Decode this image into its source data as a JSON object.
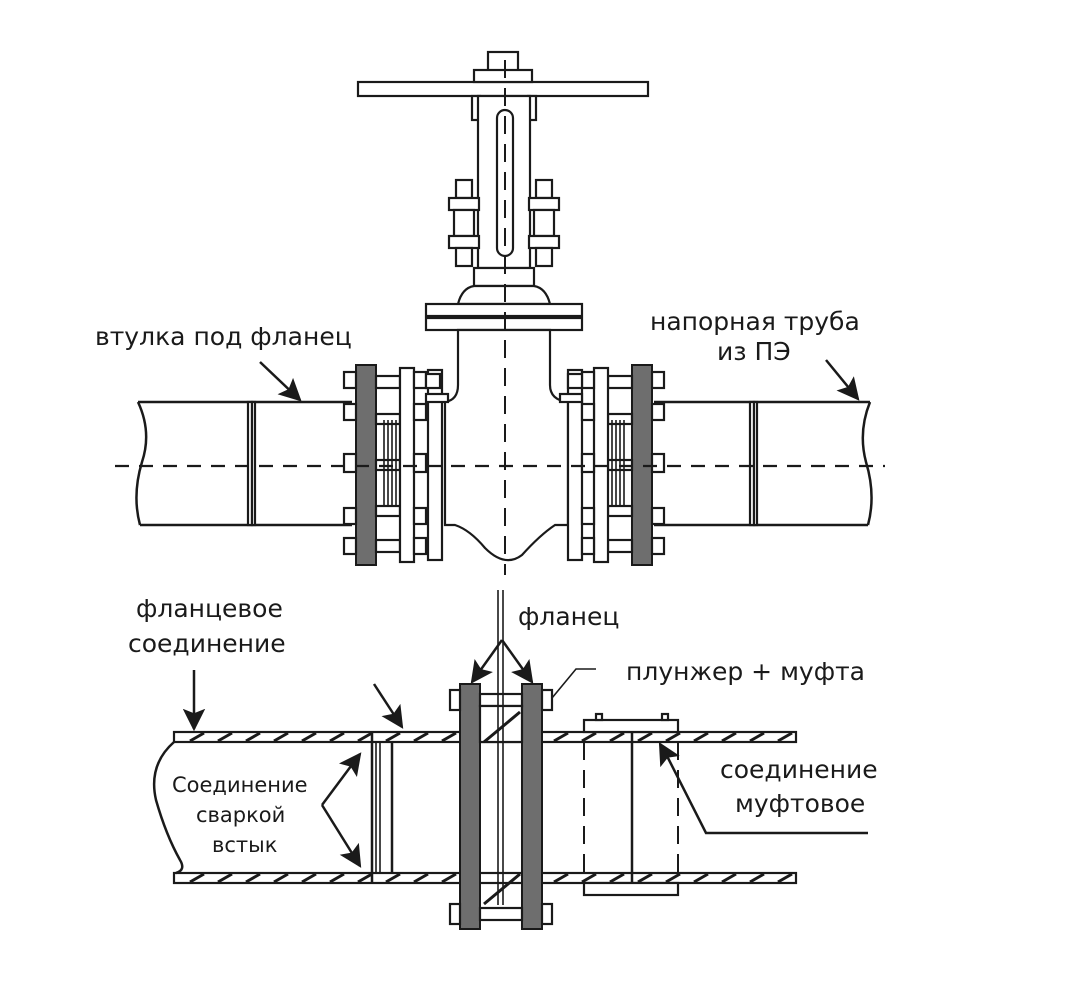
{
  "diagram": {
    "title": "",
    "colors": {
      "line": "#1a1a1a",
      "flange_fill": "#6e6e6e",
      "background": "#ffffff"
    },
    "labels": {
      "sleeve_for_flange": "втулка под фланец",
      "pressure_pipe_line1": "напорная труба",
      "pressure_pipe_line2": "из ПЭ",
      "flange_connection_line1": "фланцевое",
      "flange_connection_line2": "соединение",
      "flange": "фланец",
      "plunger_coupling": "плунжер + муфта",
      "butt_weld_line1": "Соединение",
      "butt_weld_line2": "сваркой",
      "butt_weld_line3": "встык",
      "coupling_connection_line1": "соединение",
      "coupling_connection_line2": "муфтовое"
    },
    "views": [
      {
        "name": "top-view",
        "description": "gate valve between two PE pipes with flange adapters"
      },
      {
        "name": "bottom-view",
        "description": "pipe section with butt weld, flange pair and coupling"
      }
    ]
  }
}
